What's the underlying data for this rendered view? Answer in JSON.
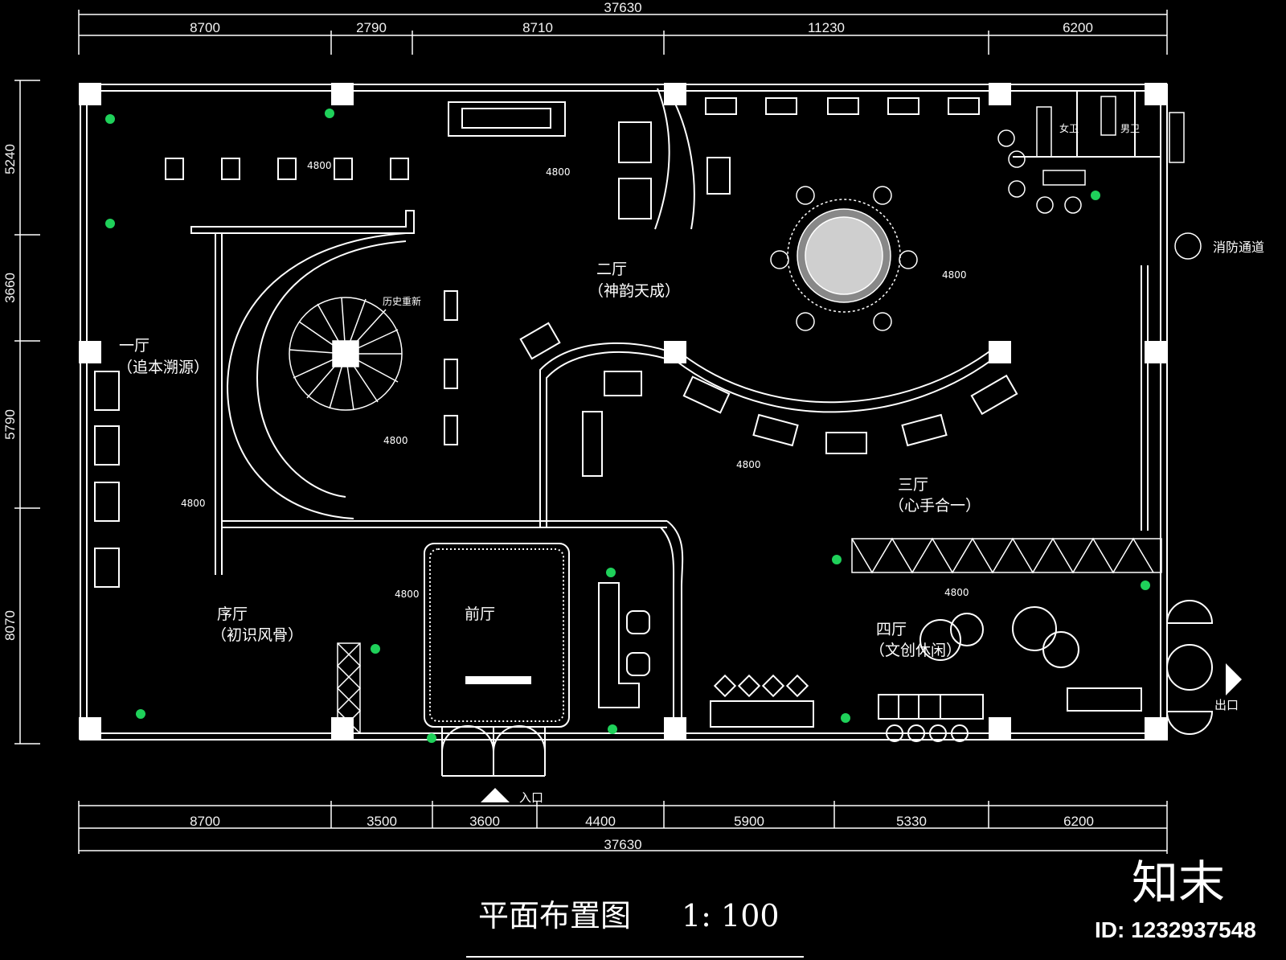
{
  "drawing": {
    "title": "平面布置图",
    "scale": "1: 100",
    "overall_width": "37630",
    "top_dims": [
      "8700",
      "2790",
      "8710",
      "11230",
      "6200"
    ],
    "bottom_dims": [
      "8700",
      "3500",
      "3600",
      "4400",
      "5900",
      "5330",
      "6200"
    ],
    "left_dims": [
      "5240",
      "3660",
      "5790",
      "8070"
    ]
  },
  "rooms": {
    "hall1": {
      "name": "一厅",
      "sub": "（追本溯源）"
    },
    "hall2": {
      "name": "二厅",
      "sub": "（神韵天成）"
    },
    "hall3": {
      "name": "三厅",
      "sub": "（心手合一）"
    },
    "hall4": {
      "name": "四厅",
      "sub": "（文创休闲）"
    },
    "prelude": {
      "name": "序厅",
      "sub": "（初识风骨）"
    },
    "lobby": {
      "name": "前厅"
    }
  },
  "labels": {
    "history": "历史重新",
    "fire_exit": "消防通道",
    "entrance": "入口",
    "exit": "出口",
    "female_wc": "女卫",
    "male_wc": "男卫",
    "elevations": [
      "4800",
      "4800",
      "4800",
      "4800",
      "4800",
      "4800",
      "4800",
      "4800"
    ]
  },
  "watermark": {
    "brand": "知末",
    "id": "ID: 1232937548"
  },
  "colors": {
    "background": "#000000",
    "lines": "#ffffff",
    "plants": "#1fd15a"
  }
}
